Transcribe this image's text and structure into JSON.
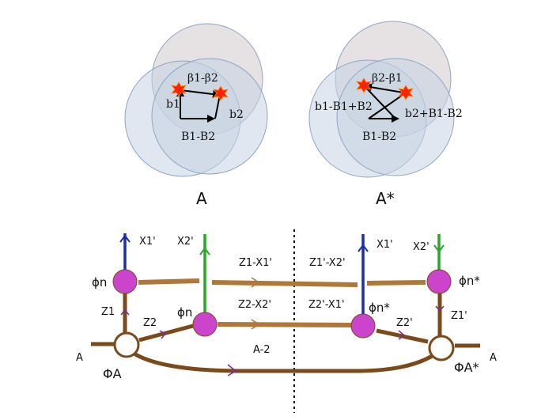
{
  "top_left": {
    "caption": "A",
    "beta_label": "β1-β2",
    "b1_label": "b1",
    "b2_label": "b2",
    "bottom_label": "B1-B2"
  },
  "top_right": {
    "caption": "A*",
    "beta_label": "β2-β1",
    "left_label": "b1-B1+B2",
    "right_label": "b2+B1-B2",
    "bottom_label": "B1-B2"
  },
  "diagram": {
    "x1_left": "X1'",
    "x2_left": "X2'",
    "x1_right": "X1'",
    "x2_right": "X2'",
    "phi_n_left_top": "ϕn",
    "phi_n_mid": "ϕn",
    "phi_n_star_mid": "ϕn*",
    "phi_n_star_right": "ϕn*",
    "z1_left": "Z1",
    "z2_left": "Z2",
    "z1_right": "Z1'",
    "z2_right": "Z2'",
    "edge_z1_x1": "Z1-X1'",
    "edge_z2_x2": "Z2-X2'",
    "edge_z1p_x2": "Z1'-X2'",
    "edge_z2p_x1": "Z2'-X1'",
    "a_left": "A",
    "a_right": "A",
    "a_minus_2": "A-2",
    "phi_a": "ΦA",
    "phi_a_star": "ΦA*"
  },
  "colors": {
    "circle_fill": "#c6d3e4",
    "circle_stroke": "#8fa6c3",
    "circle_top_fill": "#ddd7d9",
    "star": "#ff2200",
    "brown": "#7a4a1a",
    "magenta": "#cc44cc",
    "blue": "#1a2ea8",
    "green": "#2aa52a",
    "purple_arrow": "#7a2a9a"
  }
}
